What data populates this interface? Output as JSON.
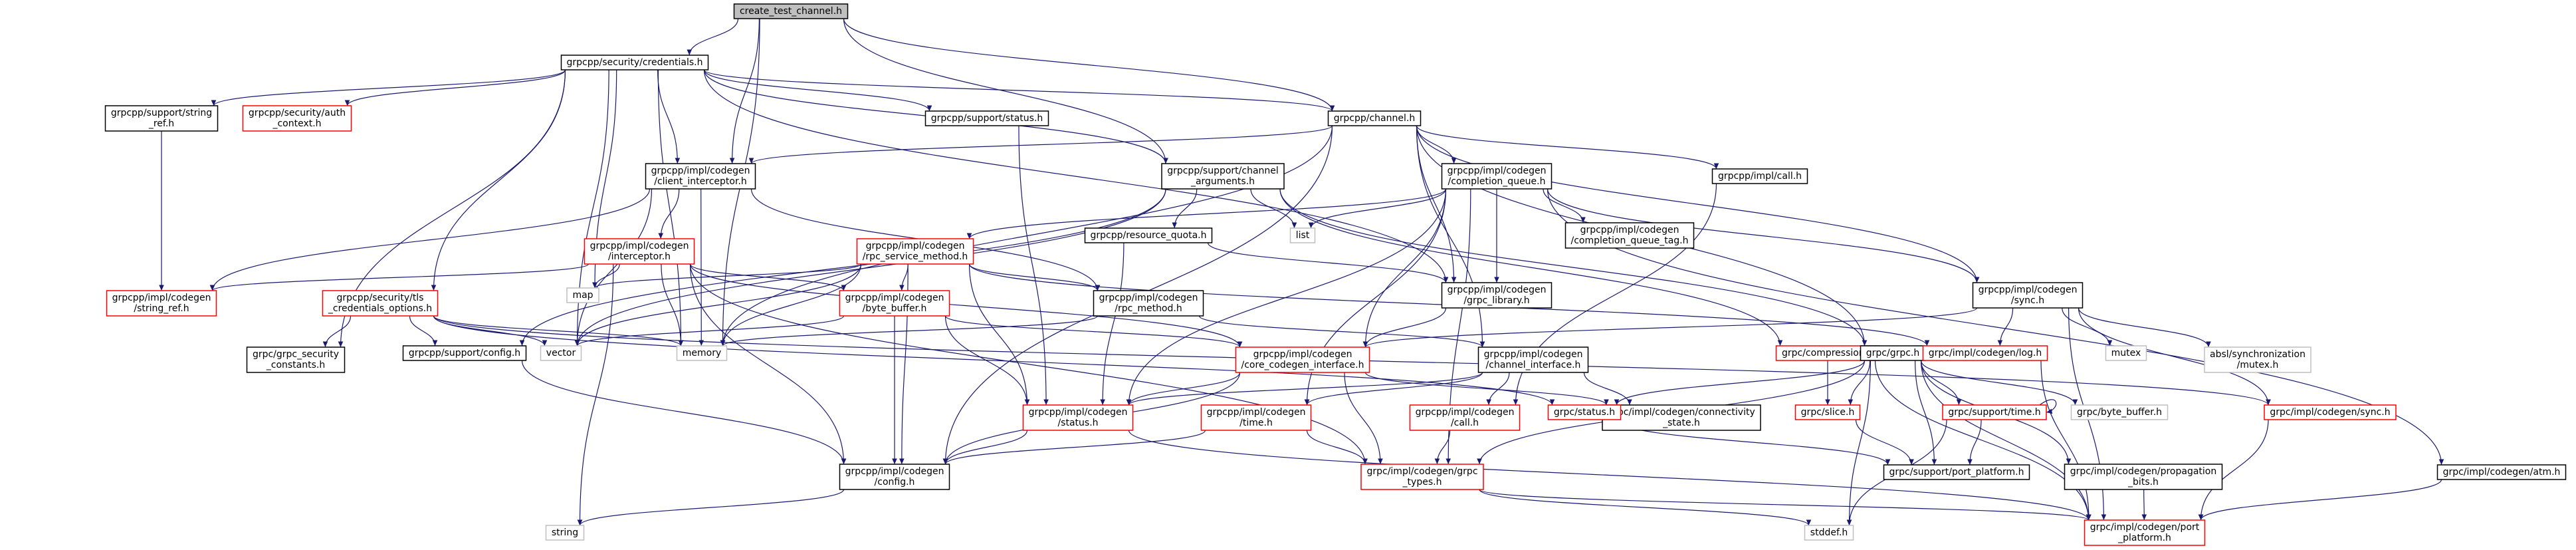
{
  "colors": {
    "normal_border": "#000000",
    "missing_border": "#ff0000",
    "external_border": "#bfbfbf",
    "root_fill": "#bfbfbf",
    "edge": "#191970"
  },
  "nodes": [
    {
      "id": "root",
      "lines": [
        "create_test_channel.h"
      ],
      "kind": "root"
    },
    {
      "id": "credentials",
      "lines": [
        "grpcpp/security/credentials.h"
      ],
      "kind": "normal"
    },
    {
      "id": "channel",
      "lines": [
        "grpcpp/channel.h"
      ],
      "kind": "normal"
    },
    {
      "id": "string_ref_sup",
      "lines": [
        "grpcpp/support/string",
        "_ref.h"
      ],
      "kind": "normal"
    },
    {
      "id": "auth_context",
      "lines": [
        "grpcpp/security/auth",
        "_context.h"
      ],
      "kind": "missing"
    },
    {
      "id": "support_status",
      "lines": [
        "grpcpp/support/status.h"
      ],
      "kind": "normal"
    },
    {
      "id": "client_interceptor",
      "lines": [
        "grpcpp/impl/codegen",
        "/client_interceptor.h"
      ],
      "kind": "normal"
    },
    {
      "id": "channel_arguments",
      "lines": [
        "grpcpp/support/channel",
        "_arguments.h"
      ],
      "kind": "normal"
    },
    {
      "id": "completion_queue",
      "lines": [
        "grpcpp/impl/codegen",
        "/completion_queue.h"
      ],
      "kind": "normal"
    },
    {
      "id": "impl_call",
      "lines": [
        "grpcpp/impl/call.h"
      ],
      "kind": "normal"
    },
    {
      "id": "list",
      "lines": [
        "list"
      ],
      "kind": "external"
    },
    {
      "id": "interceptor",
      "lines": [
        "grpcpp/impl/codegen",
        "/interceptor.h"
      ],
      "kind": "missing"
    },
    {
      "id": "rpc_service_method",
      "lines": [
        "grpcpp/impl/codegen",
        "/rpc_service_method.h"
      ],
      "kind": "missing"
    },
    {
      "id": "resource_quota",
      "lines": [
        "grpcpp/resource_quota.h"
      ],
      "kind": "normal"
    },
    {
      "id": "cq_tag",
      "lines": [
        "grpcpp/impl/codegen",
        "/completion_queue_tag.h"
      ],
      "kind": "normal"
    },
    {
      "id": "string_ref_cg",
      "lines": [
        "grpcpp/impl/codegen",
        "/string_ref.h"
      ],
      "kind": "missing"
    },
    {
      "id": "tls_options",
      "lines": [
        "grpcpp/security/tls",
        "_credentials_options.h"
      ],
      "kind": "missing"
    },
    {
      "id": "map",
      "lines": [
        "map"
      ],
      "kind": "external"
    },
    {
      "id": "byte_buffer_cg",
      "lines": [
        "grpcpp/impl/codegen",
        "/byte_buffer.h"
      ],
      "kind": "missing"
    },
    {
      "id": "rpc_method",
      "lines": [
        "grpcpp/impl/codegen",
        "/rpc_method.h"
      ],
      "kind": "normal"
    },
    {
      "id": "grpc_library",
      "lines": [
        "grpcpp/impl/codegen",
        "/grpc_library.h"
      ],
      "kind": "normal"
    },
    {
      "id": "sync_cg",
      "lines": [
        "grpcpp/impl/codegen",
        "/sync.h"
      ],
      "kind": "normal"
    },
    {
      "id": "vector",
      "lines": [
        "vector"
      ],
      "kind": "external"
    },
    {
      "id": "memory",
      "lines": [
        "memory"
      ],
      "kind": "external"
    },
    {
      "id": "security_constants",
      "lines": [
        "grpc/grpc_security",
        "_constants.h"
      ],
      "kind": "normal"
    },
    {
      "id": "support_config",
      "lines": [
        "grpcpp/support/config.h"
      ],
      "kind": "normal"
    },
    {
      "id": "core_codegen_interface",
      "lines": [
        "grpcpp/impl/codegen",
        "/core_codegen_interface.h"
      ],
      "kind": "missing"
    },
    {
      "id": "channel_interface",
      "lines": [
        "grpcpp/impl/codegen",
        "/channel_interface.h"
      ],
      "kind": "normal"
    },
    {
      "id": "compression",
      "lines": [
        "grpc/compression.h"
      ],
      "kind": "missing"
    },
    {
      "id": "grpc_h",
      "lines": [
        "grpc/grpc.h"
      ],
      "kind": "normal"
    },
    {
      "id": "log",
      "lines": [
        "grpc/impl/codegen/log.h"
      ],
      "kind": "missing"
    },
    {
      "id": "mutex",
      "lines": [
        "mutex"
      ],
      "kind": "external"
    },
    {
      "id": "absl_mutex",
      "lines": [
        "absl/synchronization",
        "/mutex.h"
      ],
      "kind": "external"
    },
    {
      "id": "status_cg",
      "lines": [
        "grpcpp/impl/codegen",
        "/status.h"
      ],
      "kind": "missing"
    },
    {
      "id": "time_cg",
      "lines": [
        "grpcpp/impl/codegen",
        "/time.h"
      ],
      "kind": "missing"
    },
    {
      "id": "call_cg",
      "lines": [
        "grpcpp/impl/codegen",
        "/call.h"
      ],
      "kind": "missing"
    },
    {
      "id": "connectivity_state",
      "lines": [
        "grpc/impl/codegen/connectivity",
        "_state.h"
      ],
      "kind": "normal"
    },
    {
      "id": "grpc_status",
      "lines": [
        "grpc/status.h"
      ],
      "kind": "missing"
    },
    {
      "id": "grpc_slice",
      "lines": [
        "grpc/slice.h"
      ],
      "kind": "missing"
    },
    {
      "id": "support_time",
      "lines": [
        "grpc/support/time.h"
      ],
      "kind": "missing"
    },
    {
      "id": "byte_buffer_grpc",
      "lines": [
        "grpc/byte_buffer.h"
      ],
      "kind": "external"
    },
    {
      "id": "sync_grpc",
      "lines": [
        "grpc/impl/codegen/sync.h"
      ],
      "kind": "missing"
    },
    {
      "id": "atm",
      "lines": [
        "grpc/impl/codegen/atm.h"
      ],
      "kind": "normal"
    },
    {
      "id": "config_cg",
      "lines": [
        "grpcpp/impl/codegen",
        "/config.h"
      ],
      "kind": "normal"
    },
    {
      "id": "grpc_types",
      "lines": [
        "grpc/impl/codegen/grpc",
        "_types.h"
      ],
      "kind": "missing"
    },
    {
      "id": "port_platform_sup",
      "lines": [
        "grpc/support/port_platform.h"
      ],
      "kind": "normal"
    },
    {
      "id": "propagation_bits",
      "lines": [
        "grpc/impl/codegen/propagation",
        "_bits.h"
      ],
      "kind": "normal"
    },
    {
      "id": "string",
      "lines": [
        "string"
      ],
      "kind": "external"
    },
    {
      "id": "stddef",
      "lines": [
        "stddef.h"
      ],
      "kind": "external"
    },
    {
      "id": "port_platform_cg",
      "lines": [
        "grpc/impl/codegen/port",
        "_platform.h"
      ],
      "kind": "missing"
    }
  ],
  "edges": [
    [
      "root",
      "credentials"
    ],
    [
      "root",
      "channel"
    ],
    [
      "root",
      "client_interceptor"
    ],
    [
      "root",
      "channel_arguments"
    ],
    [
      "root",
      "memory"
    ],
    [
      "credentials",
      "channel"
    ],
    [
      "credentials",
      "string_ref_sup"
    ],
    [
      "credentials",
      "auth_context"
    ],
    [
      "credentials",
      "support_status"
    ],
    [
      "credentials",
      "client_interceptor"
    ],
    [
      "credentials",
      "channel_arguments"
    ],
    [
      "credentials",
      "tls_options"
    ],
    [
      "credentials",
      "map"
    ],
    [
      "credentials",
      "vector"
    ],
    [
      "credentials",
      "memory"
    ],
    [
      "credentials",
      "security_constants"
    ],
    [
      "credentials",
      "grpc_library"
    ],
    [
      "channel",
      "client_interceptor"
    ],
    [
      "channel",
      "completion_queue"
    ],
    [
      "channel",
      "impl_call"
    ],
    [
      "channel",
      "sync_cg"
    ],
    [
      "channel",
      "grpc_h"
    ],
    [
      "channel",
      "channel_interface"
    ],
    [
      "channel",
      "grpc_library"
    ],
    [
      "channel",
      "config_cg"
    ],
    [
      "channel",
      "memory"
    ],
    [
      "string_ref_sup",
      "string_ref_cg"
    ],
    [
      "support_status",
      "status_cg"
    ],
    [
      "client_interceptor",
      "interceptor"
    ],
    [
      "client_interceptor",
      "rpc_method"
    ],
    [
      "client_interceptor",
      "string_ref_cg"
    ],
    [
      "client_interceptor",
      "vector"
    ],
    [
      "client_interceptor",
      "memory"
    ],
    [
      "channel_arguments",
      "list"
    ],
    [
      "channel_arguments",
      "resource_quota"
    ],
    [
      "channel_arguments",
      "vector"
    ],
    [
      "channel_arguments",
      "compression"
    ],
    [
      "channel_arguments",
      "grpc_h"
    ],
    [
      "channel_arguments",
      "support_config"
    ],
    [
      "completion_queue",
      "list"
    ],
    [
      "completion_queue",
      "rpc_service_method"
    ],
    [
      "completion_queue",
      "cq_tag"
    ],
    [
      "completion_queue",
      "grpc_library"
    ],
    [
      "completion_queue",
      "sync_cg"
    ],
    [
      "completion_queue",
      "atm"
    ],
    [
      "completion_queue",
      "status_cg"
    ],
    [
      "completion_queue",
      "time_cg"
    ],
    [
      "completion_queue",
      "core_codegen_interface"
    ],
    [
      "completion_queue",
      "grpc_types"
    ],
    [
      "impl_call",
      "call_cg"
    ],
    [
      "interceptor",
      "map"
    ],
    [
      "interceptor",
      "memory"
    ],
    [
      "interceptor",
      "byte_buffer_cg"
    ],
    [
      "interceptor",
      "core_codegen_interface"
    ],
    [
      "interceptor",
      "string_ref_cg"
    ],
    [
      "interceptor",
      "string"
    ],
    [
      "interceptor",
      "config_cg"
    ],
    [
      "interceptor",
      "grpc_types"
    ],
    [
      "rpc_service_method",
      "map"
    ],
    [
      "rpc_service_method",
      "memory"
    ],
    [
      "rpc_service_method",
      "vector"
    ],
    [
      "rpc_service_method",
      "byte_buffer_cg"
    ],
    [
      "rpc_service_method",
      "rpc_method"
    ],
    [
      "rpc_service_method",
      "status_cg"
    ],
    [
      "rpc_service_method",
      "config_cg"
    ],
    [
      "rpc_service_method",
      "log"
    ],
    [
      "resource_quota",
      "grpc_library"
    ],
    [
      "resource_quota",
      "status_cg"
    ],
    [
      "tls_options",
      "memory"
    ],
    [
      "tls_options",
      "vector"
    ],
    [
      "tls_options",
      "support_config"
    ],
    [
      "tls_options",
      "security_constants"
    ],
    [
      "tls_options",
      "grpc_status"
    ],
    [
      "tls_options",
      "sync_grpc"
    ],
    [
      "byte_buffer_cg",
      "vector"
    ],
    [
      "byte_buffer_cg",
      "core_codegen_interface"
    ],
    [
      "byte_buffer_cg",
      "status_cg"
    ],
    [
      "byte_buffer_cg",
      "config_cg"
    ],
    [
      "rpc_method",
      "memory"
    ],
    [
      "rpc_method",
      "channel_interface"
    ],
    [
      "grpc_library",
      "core_codegen_interface"
    ],
    [
      "sync_cg",
      "mutex"
    ],
    [
      "sync_cg",
      "absl_mutex"
    ],
    [
      "sync_cg",
      "log"
    ],
    [
      "sync_cg",
      "sync_grpc"
    ],
    [
      "sync_cg",
      "core_codegen_interface"
    ],
    [
      "sync_cg",
      "port_platform_cg"
    ],
    [
      "support_config",
      "config_cg"
    ],
    [
      "core_codegen_interface",
      "status_cg"
    ],
    [
      "core_codegen_interface",
      "config_cg"
    ],
    [
      "core_codegen_interface",
      "grpc_types"
    ],
    [
      "core_codegen_interface",
      "connectivity_state"
    ],
    [
      "channel_interface",
      "call_cg"
    ],
    [
      "channel_interface",
      "status_cg"
    ],
    [
      "channel_interface",
      "time_cg"
    ],
    [
      "channel_interface",
      "connectivity_state"
    ],
    [
      "compression",
      "grpc_slice"
    ],
    [
      "compression",
      "port_platform_cg"
    ],
    [
      "grpc_h",
      "grpc_status"
    ],
    [
      "grpc_h",
      "grpc_slice"
    ],
    [
      "grpc_h",
      "support_time"
    ],
    [
      "grpc_h",
      "byte_buffer_grpc"
    ],
    [
      "grpc_h",
      "grpc_types"
    ],
    [
      "grpc_h",
      "propagation_bits"
    ],
    [
      "grpc_h",
      "port_platform_sup"
    ],
    [
      "grpc_h",
      "stddef"
    ],
    [
      "grpc_h",
      "port_platform_cg"
    ],
    [
      "log",
      "port_platform_cg"
    ],
    [
      "status_cg",
      "config_cg"
    ],
    [
      "status_cg",
      "port_platform_cg"
    ],
    [
      "time_cg",
      "config_cg"
    ],
    [
      "time_cg",
      "grpc_types"
    ],
    [
      "call_cg",
      "grpc_types"
    ],
    [
      "grpc_status",
      "port_platform_sup"
    ],
    [
      "grpc_slice",
      "port_platform_sup"
    ],
    [
      "support_time",
      "support_time"
    ],
    [
      "support_time",
      "port_platform_sup"
    ],
    [
      "support_time",
      "stddef"
    ],
    [
      "sync_grpc",
      "port_platform_cg"
    ],
    [
      "atm",
      "port_platform_cg"
    ],
    [
      "config_cg",
      "string"
    ],
    [
      "grpc_types",
      "stddef"
    ],
    [
      "grpc_types",
      "port_platform_cg"
    ],
    [
      "propagation_bits",
      "port_platform_cg"
    ]
  ]
}
